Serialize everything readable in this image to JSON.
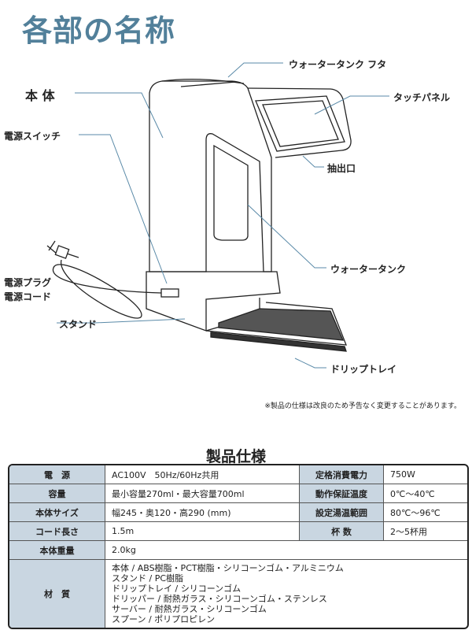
{
  "title": "各部の名称",
  "labels": {
    "tank_lid": "ウォータータンク フタ",
    "body": "本 体",
    "touch_panel": "タッチパネル",
    "power_switch": "電源スイッチ",
    "outlet": "抽出口",
    "water_tank": "ウォータータンク",
    "plug": "電源プラグ",
    "cord": "電源コード",
    "stand": "スタンド",
    "drip_tray": "ドリップトレイ"
  },
  "note": "※製品の仕様は改良のため予告なく変更することがあります。",
  "spec": {
    "title": "製品仕様",
    "rows": [
      {
        "k1": "電　源",
        "v1": "AC100V　50Hz/60Hz共用",
        "k2": "定格消費電力",
        "v2": "750W"
      },
      {
        "k1": "容量",
        "v1": "最小容量270ml・最大容量700ml",
        "k2": "動作保証温度",
        "v2": "0℃〜40℃"
      },
      {
        "k1": "本体サイズ",
        "v1": "幅245・奥120・高290 (mm)",
        "k2": "設定湯温範囲",
        "v2": "80℃〜96℃"
      },
      {
        "k1": "コード長さ",
        "v1": "1.5m",
        "k2": "杯 数",
        "v2": "2〜5杯用"
      }
    ],
    "weight": {
      "k": "本体重量",
      "v": "2.0kg"
    },
    "material": {
      "k": "材　質",
      "lines": [
        "本体 / ABS樹脂・PCT樹脂・シリコーンゴム・アルミニウム",
        "スタンド / PC樹脂",
        "ドリップトレイ / シリコーンゴム",
        "ドリッパー / 耐熱ガラス・シリコーンゴム・ステンレス",
        "サーバー / 耐熱ガラス・シリコーンゴム",
        "スプーン / ポリプロピレン"
      ]
    }
  }
}
